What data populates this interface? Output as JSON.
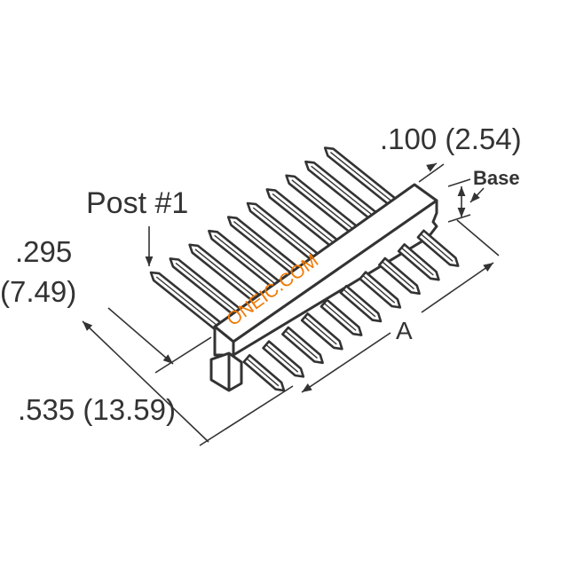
{
  "labels": {
    "pitch": ".100 (2.54)",
    "base": "Base",
    "post1": "Post #1",
    "height_in": ".295",
    "height_mm": "(7.49)",
    "depth": ".535 (13.59)",
    "length": "A"
  },
  "watermark": "ONEIC.COM",
  "pin_count_per_row": 10,
  "colors": {
    "line": "#333333",
    "watermark": "#f07800"
  }
}
